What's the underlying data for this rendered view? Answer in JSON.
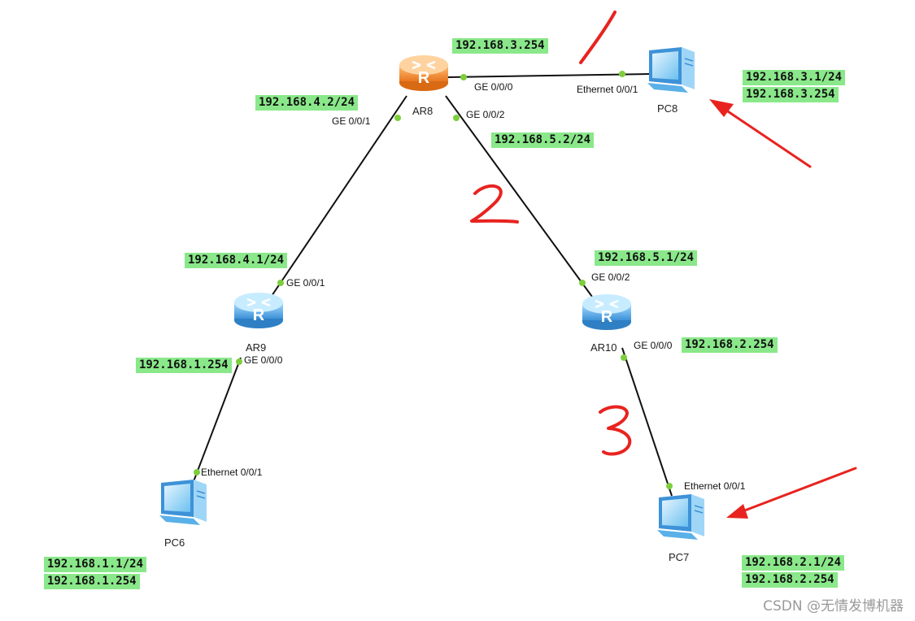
{
  "devices": {
    "ar8": {
      "name": "AR8",
      "color": "#f59a3a"
    },
    "ar9": {
      "name": "AR9",
      "color": "#5aaee8"
    },
    "ar10": {
      "name": "AR10",
      "color": "#5aaee8"
    },
    "pc6": {
      "name": "PC6"
    },
    "pc7": {
      "name": "PC7"
    },
    "pc8": {
      "name": "PC8"
    }
  },
  "ports": {
    "ar8_ge000": "GE 0/0/0",
    "ar8_ge001": "GE 0/0/1",
    "ar8_ge002": "GE 0/0/2",
    "ar9_ge001": "GE 0/0/1",
    "ar9_ge000": "GE 0/0/0",
    "ar10_ge002": "GE 0/0/2",
    "ar10_ge000": "GE 0/0/0",
    "pc8_eth": "Ethernet 0/0/1",
    "pc6_eth": "Ethernet 0/0/1",
    "pc7_eth": "Ethernet 0/0/1"
  },
  "ip_labels": {
    "ar8_ge000": "192.168.3.254",
    "ar8_ge001": "192.168.4.2/24",
    "ar8_ge002": "192.168.5.2/24",
    "ar9_ge001": "192.168.4.1/24",
    "ar9_ge000": "192.168.1.254",
    "ar10_ge002": "192.168.5.1/24",
    "ar10_ge000": "192.168.2.254",
    "pc8_ip": "192.168.3.1/24",
    "pc8_gw": "192.168.3.254",
    "pc6_ip": "192.168.1.1/24",
    "pc6_gw": "192.168.1.254",
    "pc7_ip": "192.168.2.1/24",
    "pc7_gw": "192.168.2.254"
  },
  "annotations": {
    "step1": "1",
    "step2": "2",
    "step3": "3",
    "color": "#e8231f"
  },
  "colors": {
    "link": "#111111",
    "port_dot": "#7ccf3c",
    "label_bg": "#8ae88a"
  },
  "watermark": "CSDN @无情发博机器"
}
